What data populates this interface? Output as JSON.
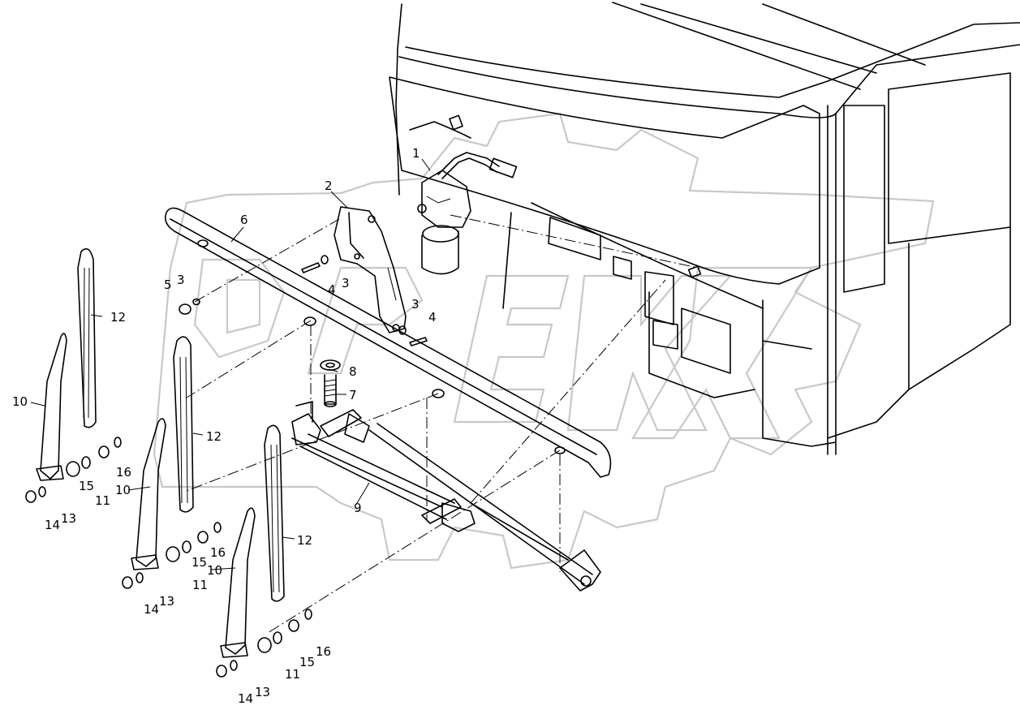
{
  "drawing": {
    "callouts": [
      {
        "id": "c1",
        "text": "1"
      },
      {
        "id": "c2",
        "text": "2"
      },
      {
        "id": "c3a",
        "text": "3"
      },
      {
        "id": "c3b",
        "text": "3"
      },
      {
        "id": "c3c",
        "text": "3"
      },
      {
        "id": "c4a",
        "text": "4"
      },
      {
        "id": "c4b",
        "text": "4"
      },
      {
        "id": "c5",
        "text": "5"
      },
      {
        "id": "c6",
        "text": "6"
      },
      {
        "id": "c7",
        "text": "7"
      },
      {
        "id": "c8",
        "text": "8"
      },
      {
        "id": "c9",
        "text": "9"
      },
      {
        "id": "c10a",
        "text": "10"
      },
      {
        "id": "c10b",
        "text": "10"
      },
      {
        "id": "c10c",
        "text": "10"
      },
      {
        "id": "c11a",
        "text": "11"
      },
      {
        "id": "c11b",
        "text": "11"
      },
      {
        "id": "c11c",
        "text": "11"
      },
      {
        "id": "c12a",
        "text": "12"
      },
      {
        "id": "c12b",
        "text": "12"
      },
      {
        "id": "c12c",
        "text": "12"
      },
      {
        "id": "c13a",
        "text": "13"
      },
      {
        "id": "c13b",
        "text": "13"
      },
      {
        "id": "c13c",
        "text": "13"
      },
      {
        "id": "c14a",
        "text": "14"
      },
      {
        "id": "c14b",
        "text": "14"
      },
      {
        "id": "c14c",
        "text": "14"
      },
      {
        "id": "c15a",
        "text": "15"
      },
      {
        "id": "c15b",
        "text": "15"
      },
      {
        "id": "c15c",
        "text": "15"
      },
      {
        "id": "c16a",
        "text": "16"
      },
      {
        "id": "c16b",
        "text": "16"
      },
      {
        "id": "c16c",
        "text": "16"
      }
    ]
  },
  "watermark": {
    "icon": "gear-logo-watermark",
    "color": "#c8c8c8"
  }
}
